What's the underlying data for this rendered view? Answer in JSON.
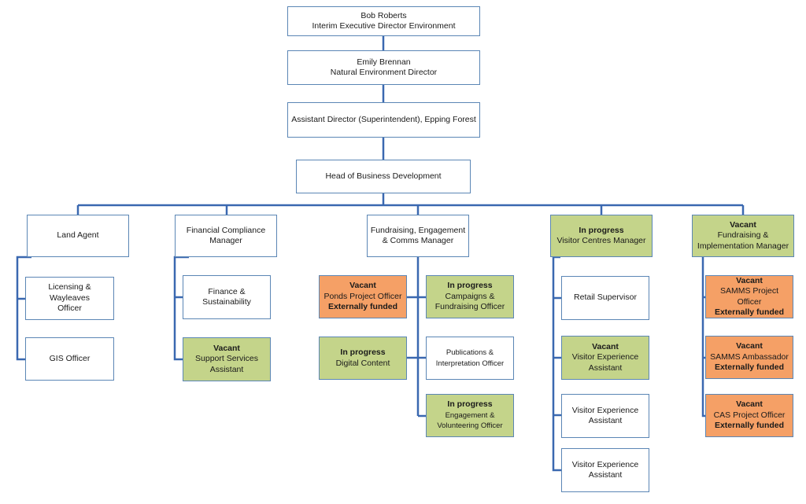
{
  "colors": {
    "line": "#3a68b0",
    "border": "#5b86b5",
    "green": "#c4d48a",
    "orange": "#f5a066"
  },
  "top": {
    "bob": {
      "line1": "Bob Roberts",
      "line2": "Interim Executive Director Environment"
    },
    "emily": {
      "line1": "Emily Brennan",
      "line2": "Natural Environment Director"
    },
    "assistant_director": {
      "line1": "Assistant Director (Superintendent), Epping Forest"
    },
    "head_bd": {
      "line1": "Head of Business Development"
    }
  },
  "land": {
    "agent": {
      "line1": "Land Agent"
    },
    "licensing": {
      "line1": "Licensing & Wayleaves",
      "line2": "Officer"
    },
    "gis": {
      "line1": "GIS Officer"
    }
  },
  "finance": {
    "manager": {
      "line1": "Financial Compliance",
      "line2": "Manager"
    },
    "sustainability": {
      "line1": "Finance &",
      "line2": "Sustainability"
    },
    "support": {
      "status": "Vacant",
      "line1": "Support Services",
      "line2": "Assistant"
    }
  },
  "fundraising": {
    "manager": {
      "line1": "Fundraising, Engagement",
      "line2": "& Comms Manager"
    },
    "ponds": {
      "status": "Vacant",
      "line1": "Ponds Project Officer",
      "funding": "Externally funded"
    },
    "digital": {
      "status": "In progress",
      "line1": "Digital Content"
    },
    "campaigns": {
      "status": "In progress",
      "line1": "Campaigns &",
      "line2": "Fundraising Officer"
    },
    "publications": {
      "line1": "Publications &",
      "line2": "Interpretation Officer"
    },
    "engagement": {
      "status": "In progress",
      "line1": "Engagement &",
      "line2": "Volunteering Officer"
    }
  },
  "visitor": {
    "manager": {
      "status": "In progress",
      "line1": "Visitor Centres Manager"
    },
    "retail": {
      "line1": "Retail Supervisor"
    },
    "vea_vacant": {
      "status": "Vacant",
      "line1": "Visitor Experience",
      "line2": "Assistant"
    },
    "vea_1": {
      "line1": "Visitor Experience",
      "line2": "Assistant"
    },
    "vea_2": {
      "line1": "Visitor Experience",
      "line2": "Assistant"
    }
  },
  "implementation": {
    "manager": {
      "status": "Vacant",
      "line1": "Fundraising &",
      "line2": "Implementation Manager"
    },
    "samms_officer": {
      "status": "Vacant",
      "line1": "SAMMS Project Officer",
      "funding": "Externally funded"
    },
    "samms_ambassador": {
      "status": "Vacant",
      "line1": "SAMMS Ambassador",
      "funding": "Externally funded"
    },
    "cas_officer": {
      "status": "Vacant",
      "line1": "CAS Project Officer",
      "funding": "Externally funded"
    }
  }
}
